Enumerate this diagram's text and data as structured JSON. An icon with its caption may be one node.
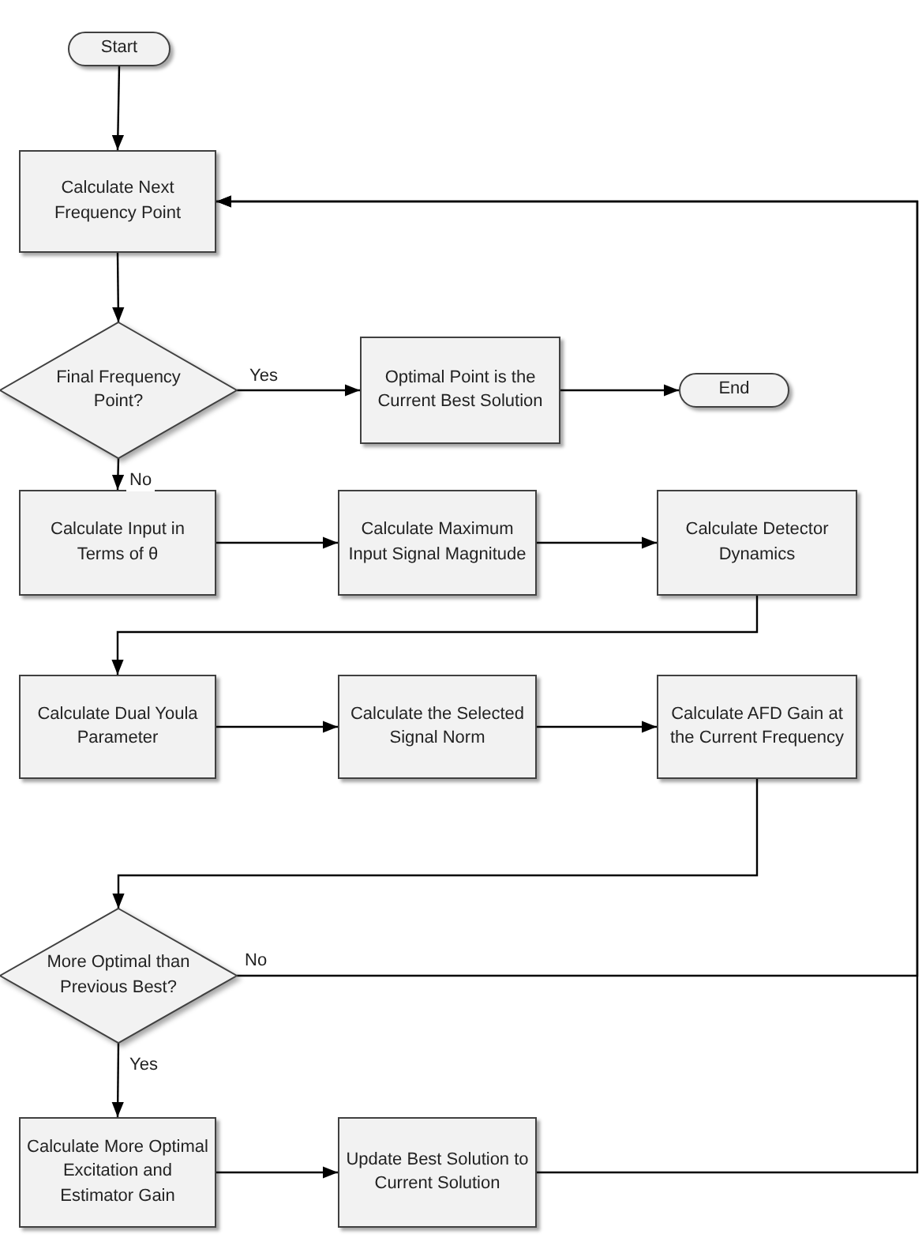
{
  "diagram": {
    "nodes": [
      {
        "text": [
          "Start"
        ]
      },
      {
        "text": [
          "Calculate Next Frequency Point"
        ]
      },
      {
        "text": [
          "Final Frequency Point?"
        ]
      },
      {
        "text": [
          "Optimal Point is the Current Best Solution"
        ]
      },
      {
        "text": [
          "End"
        ]
      },
      {
        "text": [
          "Calculate Input in Terms of  θ"
        ]
      },
      {
        "text": [
          "Calculate Maximum Input Signal Magnitude"
        ]
      },
      {
        "text": [
          "Calculate Detector Dynamics"
        ]
      },
      {
        "text": [
          "Calculate Dual Youla Parameter"
        ]
      },
      {
        "text": [
          "Calculate the Selected Signal Norm"
        ]
      },
      {
        "text": [
          "Calculate AFD Gain at the Current Frequency"
        ]
      },
      {
        "text": [
          "More Optimal than Previous Best?"
        ]
      },
      {
        "text": [
          "Calculate More Optimal Excitation and Estimator Gain"
        ]
      },
      {
        "text": [
          "Update Best Solution to Current Solution"
        ]
      }
    ],
    "edges": [
      {
        "from": 0,
        "to": 1,
        "arrow": "to"
      },
      {
        "from": 1,
        "to": 2,
        "arrow": "to"
      },
      {
        "from": 2,
        "to": 3,
        "arrow": "to",
        "label": "Yes"
      },
      {
        "from": 3,
        "to": 4,
        "arrow": "to"
      },
      {
        "from": 2,
        "to": 5,
        "arrow": "to",
        "label": "No"
      },
      {
        "from": 5,
        "to": 6,
        "arrow": "to"
      },
      {
        "from": 6,
        "to": 7,
        "arrow": "to"
      },
      {
        "from": 7,
        "to": 8,
        "arrow": "to"
      },
      {
        "from": 8,
        "to": 9,
        "arrow": "to"
      },
      {
        "from": 9,
        "to": 10,
        "arrow": "to"
      },
      {
        "from": 10,
        "to": 11,
        "arrow": "to"
      },
      {
        "from": 11,
        "to": 1,
        "arrow": "to",
        "label": "No"
      },
      {
        "from": 11,
        "to": 12,
        "arrow": "to",
        "label": "Yes"
      },
      {
        "from": 12,
        "to": 13,
        "arrow": "to"
      },
      {
        "from": 13,
        "to": 1,
        "arrow": "to"
      }
    ]
  }
}
